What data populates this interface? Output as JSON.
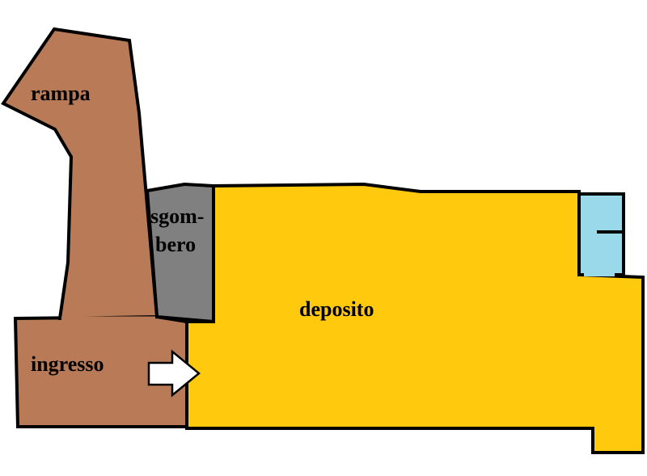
{
  "rooms": {
    "rampa": {
      "label": "rampa",
      "color": "#b97a57"
    },
    "ingresso": {
      "label": "ingresso",
      "color": "#b97a57"
    },
    "sgombero": {
      "label_line1": "sgom-",
      "label_line2": "bero",
      "color": "#808080"
    },
    "deposito": {
      "label": "deposito",
      "color": "#ffc90e"
    },
    "bagno": {
      "color": "#99d9ea"
    }
  },
  "colors": {
    "outline": "#000000",
    "arrow_fill": "#ffffff",
    "background": "#ffffff"
  },
  "icons": {
    "entrance": "entrance-arrow-icon"
  }
}
